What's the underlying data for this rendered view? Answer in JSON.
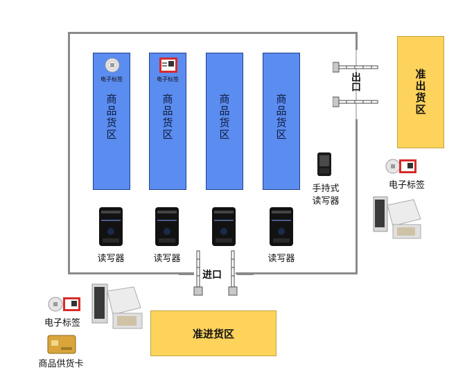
{
  "shelves": [
    {
      "label": "商品货区",
      "tag_label": "电子标签",
      "tag_style": "round"
    },
    {
      "label": "商品货区",
      "tag_label": "电子标签",
      "tag_style": "card"
    },
    {
      "label": "商品货区"
    },
    {
      "label": "商品货区"
    }
  ],
  "readers": [
    {
      "label": "读写器"
    },
    {
      "label": "读写器"
    },
    {
      "label": ""
    },
    {
      "label": "读写器"
    }
  ],
  "handheld_reader": {
    "line1": "手持式",
    "line2": "读写器"
  },
  "exit_gate": {
    "label": "出口"
  },
  "entry_gate": {
    "label": "进口"
  },
  "zones": {
    "outbound": "准出货区",
    "inbound": "准进货区"
  },
  "right_tag": {
    "label": "电子标签"
  },
  "left_tag": {
    "label": "电子标签"
  },
  "supply_card": {
    "label": "商品供货卡"
  },
  "colors": {
    "shelf": "#5b8cf0",
    "zone": "#fdd35c",
    "wall": "#8a8a8a"
  }
}
